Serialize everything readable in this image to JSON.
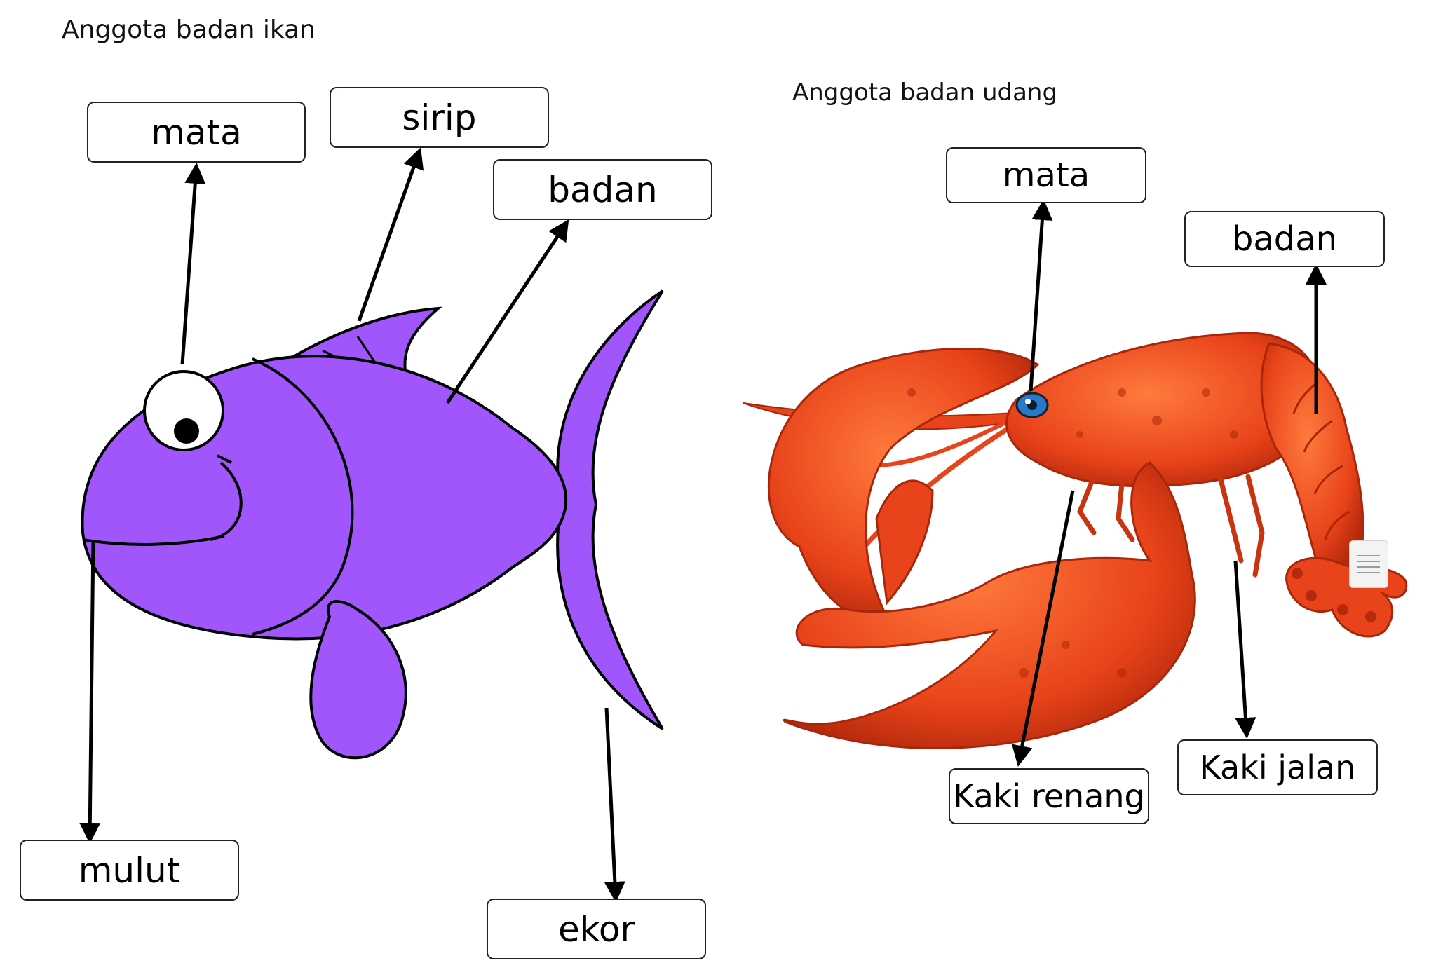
{
  "fish": {
    "caption": "Anggota badan ikan",
    "body_color": "#a056fb",
    "labels": {
      "mata": "mata",
      "sirip": "sirip",
      "badan": "badan",
      "mulut": "mulut",
      "ekor": "ekor"
    }
  },
  "shrimp": {
    "caption": "Anggota badan udang",
    "body_color": "#e8431a",
    "labels": {
      "mata": "mata",
      "badan": "badan",
      "kaki_renang": "Kaki renang",
      "kaki_jalan": "Kaki jalan"
    }
  }
}
